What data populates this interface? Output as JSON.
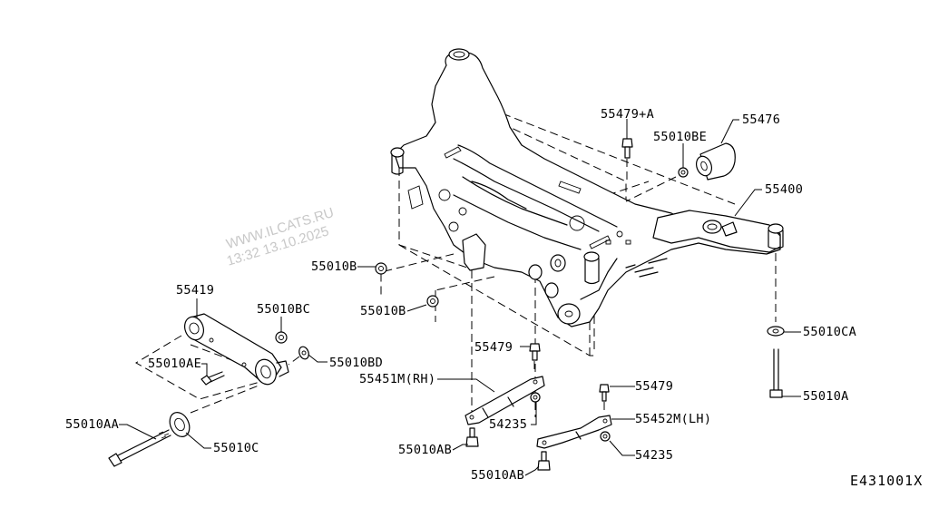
{
  "diagram": {
    "title": "Rear suspension member",
    "drawing_code": "E431001X",
    "watermark": {
      "site": "WWW.ILCATS.RU",
      "timestamp": "13:32 13.10.2025"
    },
    "callouts": {
      "p55476": "55476",
      "p55479A": "55479+A",
      "p55010BE": "55010BE",
      "p55400": "55400",
      "p55010B_1": "55010B",
      "p55010B_2": "55010B",
      "p55419": "55419",
      "p55010BC": "55010BC",
      "p55010BD": "55010BD",
      "p55010AE": "55010AE",
      "p55010AA": "55010AA",
      "p55010C": "55010C",
      "p55479_1": "55479",
      "p55451M": "55451M(RH)",
      "p54235_1": "54235",
      "p55010AB_1": "55010AB",
      "p55010AB_2": "55010AB",
      "p55479_2": "55479",
      "p55452M": "55452M(LH)",
      "p54235_2": "54235",
      "p55010CA": "55010CA",
      "p55010A": "55010A"
    }
  }
}
